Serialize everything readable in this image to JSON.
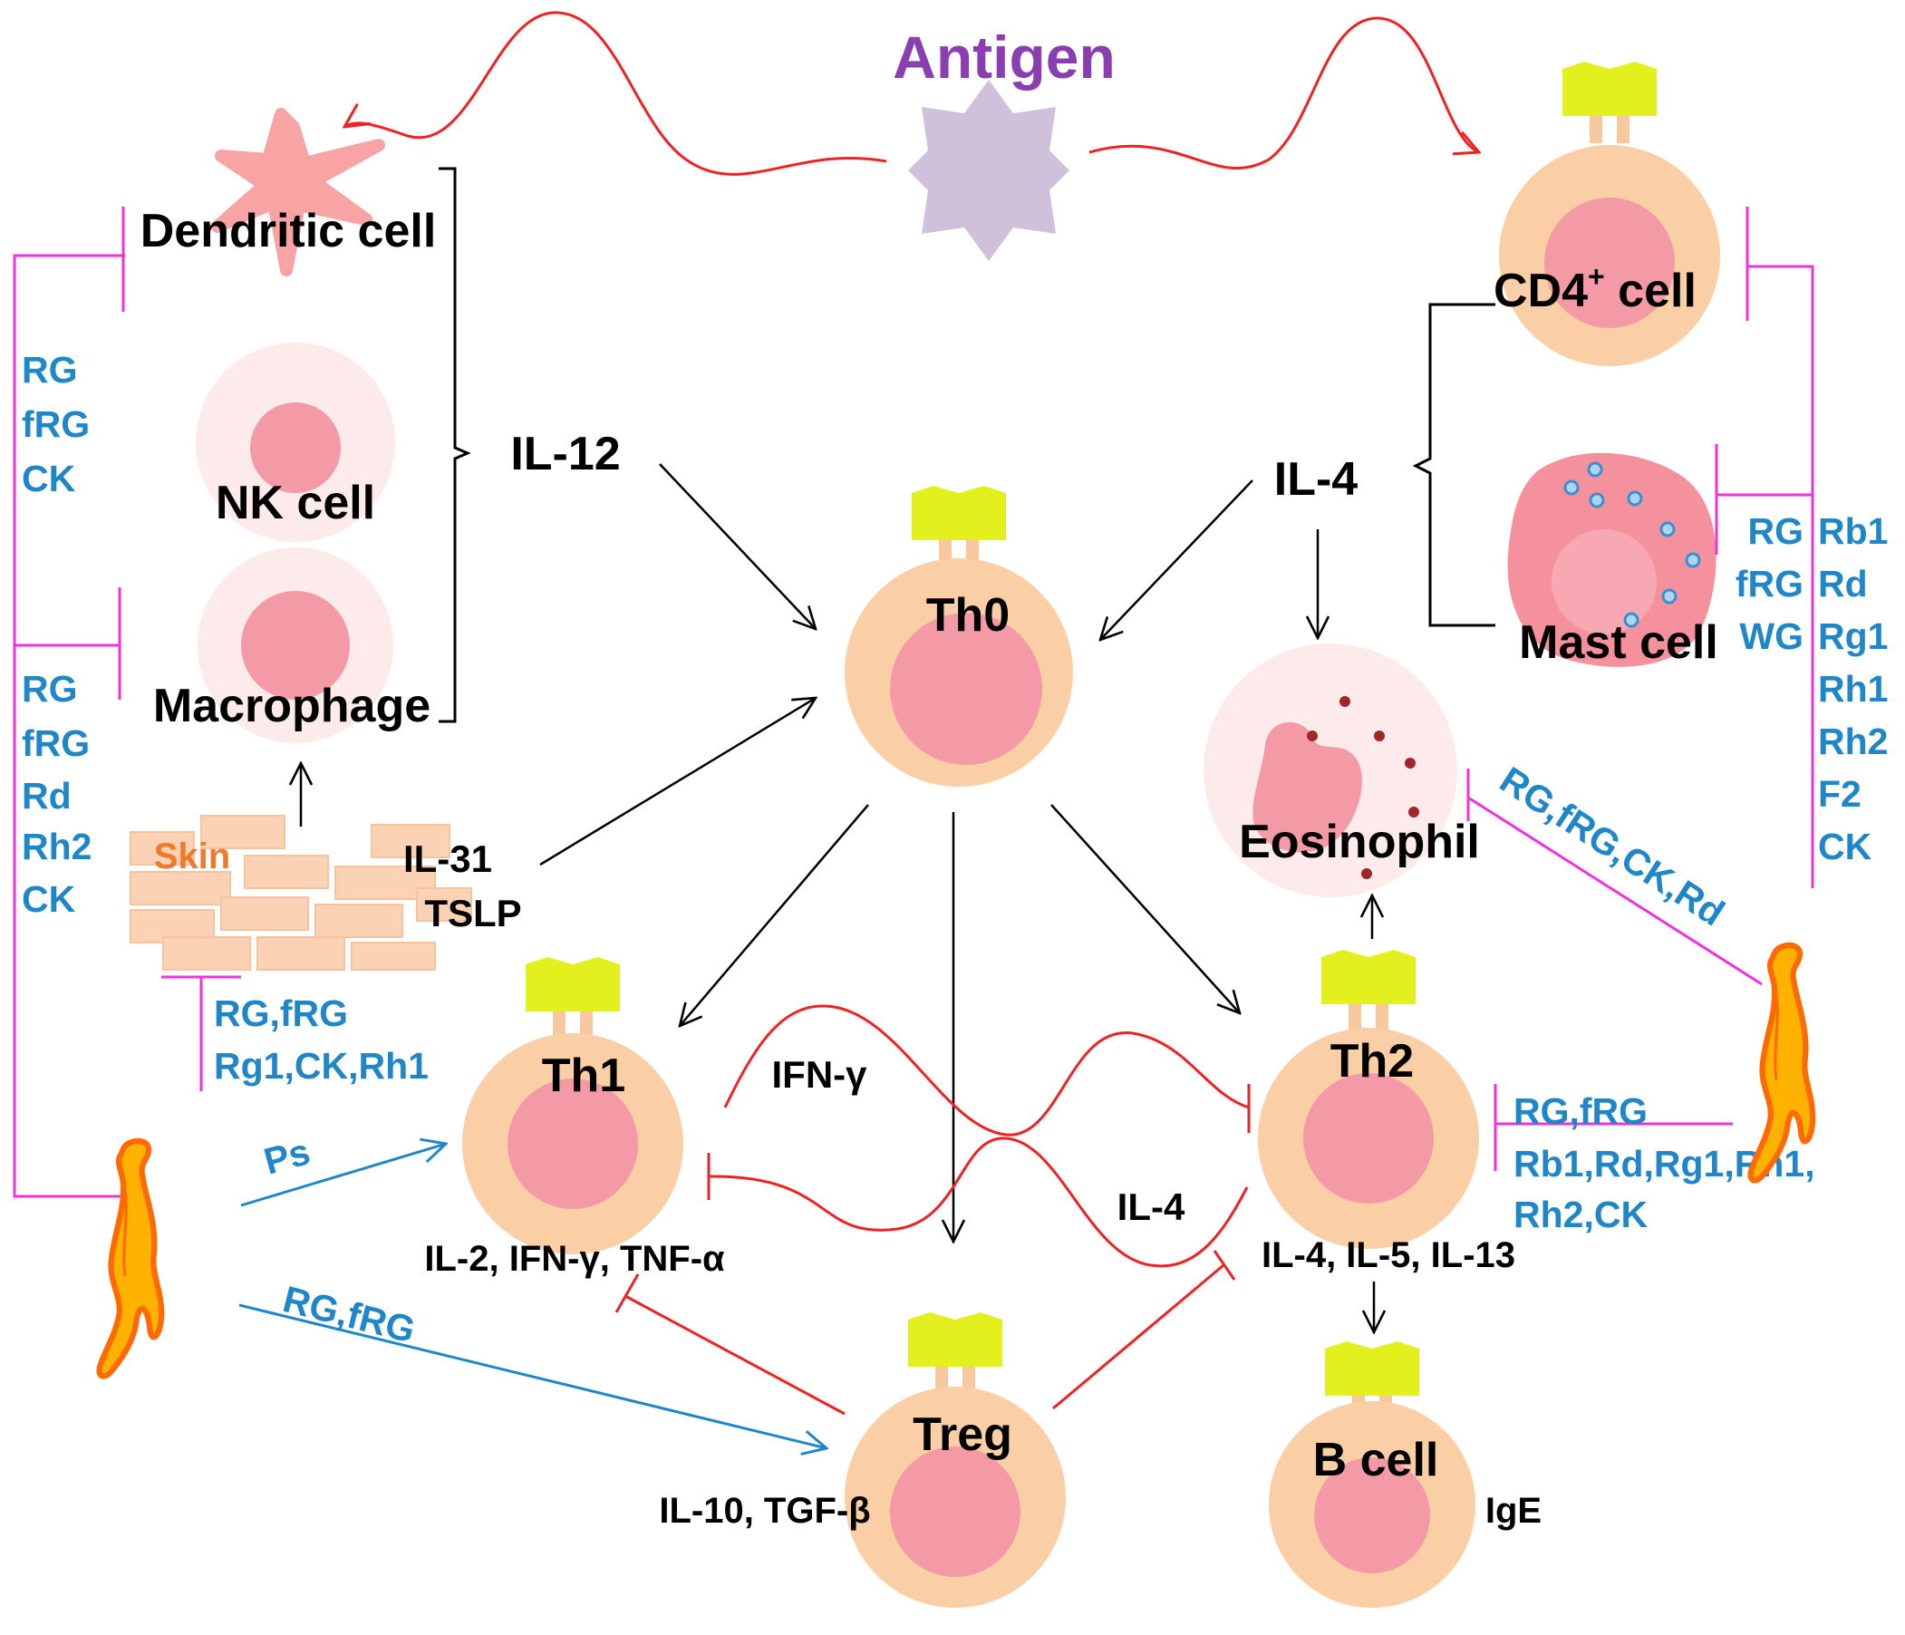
{
  "title": "Antigen",
  "colors": {
    "antigen": "#8a3fb0",
    "inhibit_magenta": "#ee33dd",
    "inhibit_red": "#ee2222",
    "ginseng_blue": "#1f86c8",
    "cell_body": "#fbcfa6",
    "nucleus": "#f49aa6",
    "receptor": "#e4f01e",
    "skin": "#fbd2b4",
    "skin_text": "#f07a2c"
  },
  "cells": {
    "dendritic": "Dendritic cell",
    "nk": "NK cell",
    "macrophage": "Macrophage",
    "cd4": "CD4",
    "cd4_sup": "+",
    "cd4_suffix": " cell",
    "mast": "Mast cell",
    "th0": "Th0",
    "th1": "Th1",
    "th2": "Th2",
    "treg": "Treg",
    "bcell": "B cell",
    "eosinophil": "Eosinophil"
  },
  "cytokines": {
    "il12": "IL-12",
    "il4_top": "IL-4",
    "il31": "IL-31",
    "tslp": "TSLP",
    "ifng": "IFN-γ",
    "il4_mid": "IL-4",
    "th1_out": "IL-2, IFN-γ, TNF-α",
    "th2_out": "IL-4, IL-5, IL-13",
    "treg_out": "IL-10, TGF-β",
    "ige": "IgE"
  },
  "skin_label": "Skin",
  "ginsenosides": {
    "left_top": [
      "RG",
      "fRG",
      "CK"
    ],
    "left_bottom": [
      "RG",
      "fRG",
      "Rd",
      "Rh2",
      "CK"
    ],
    "skin_block": [
      "RG,fRG",
      "Rg1,CK,Rh1"
    ],
    "ps": "Ps",
    "treg_arrow": "RG,fRG",
    "eos_arrow": "RG,fRG,CK,Rd",
    "th2_block": [
      "RG,fRG",
      "Rb1,Rd,Rg1,Rh1,",
      "Rh2,CK"
    ],
    "mast_left": [
      "RG",
      "fRG",
      "WG"
    ],
    "mast_right": [
      "Rb1",
      "Rd",
      "Rg1",
      "Rh1",
      "Rh2",
      "F2",
      "CK"
    ]
  }
}
